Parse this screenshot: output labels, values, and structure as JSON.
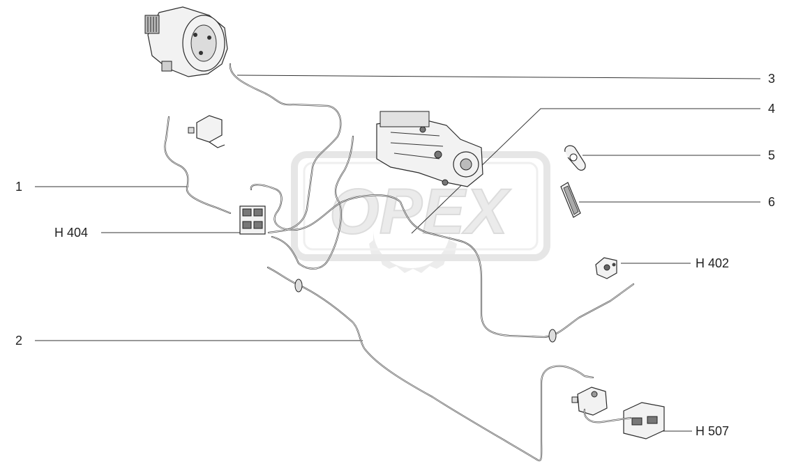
{
  "callouts": {
    "c1": "1",
    "c2": "2",
    "c3": "3",
    "c4": "4",
    "c5": "5",
    "c6": "6",
    "h404": "H 404",
    "h402": "H 402",
    "h507": "H 507"
  },
  "watermark": {
    "text": "OPEX",
    "color": "#e9e9e9"
  }
}
